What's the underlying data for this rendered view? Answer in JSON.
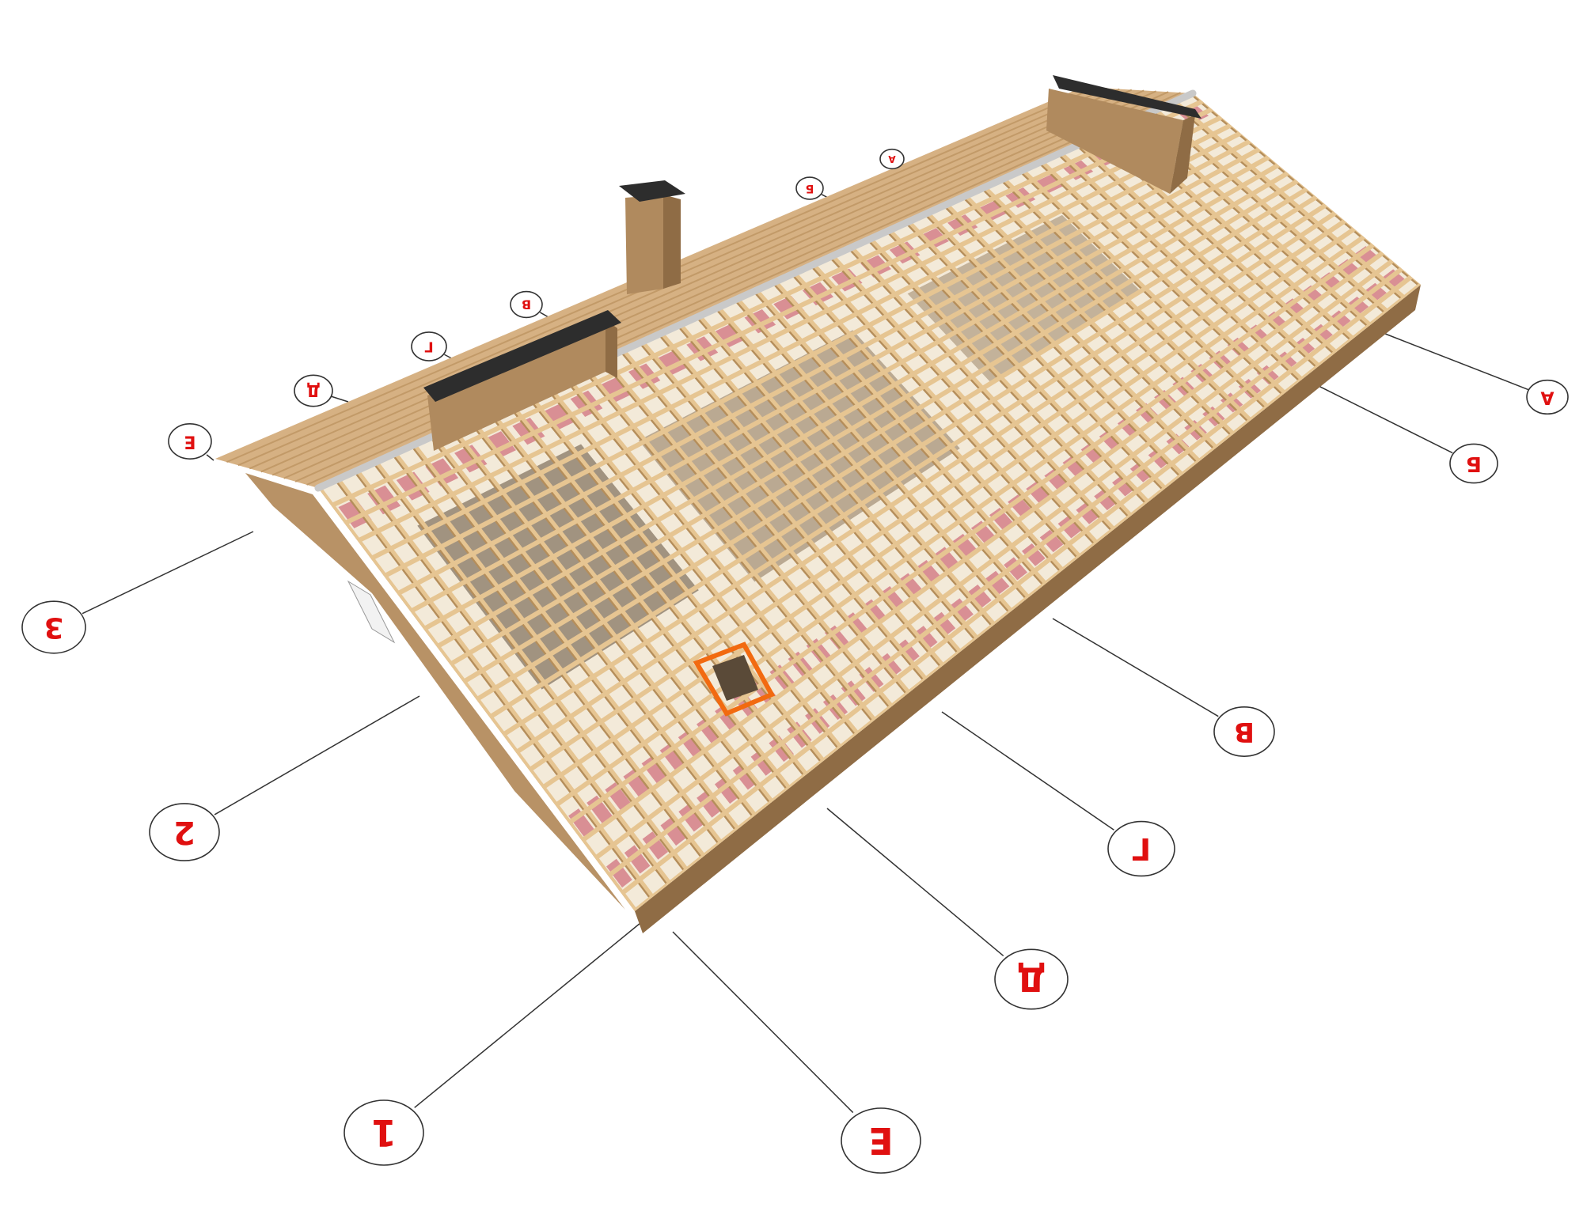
{
  "diagram": {
    "colors": {
      "wood": "#e6c592",
      "wood_dark": "#b58e5b",
      "wall": "#b89266",
      "wall_dark": "#8f6c45",
      "roof_tile": "#d6b183",
      "tile_line": "#c29a68",
      "insulation": "#d98f94",
      "chimney_body": "#b08a5e",
      "chimney_cap": "#2d2d2d",
      "flashing": "#c9c9c9",
      "highlight": "#f26a10",
      "leader_line": "#333333",
      "bubble_text": "#e01010"
    },
    "axis_bubbles": [
      {
        "id": "front-1",
        "label": "1"
      },
      {
        "id": "front-2",
        "label": "2"
      },
      {
        "id": "front-3",
        "label": "3"
      },
      {
        "id": "front-E",
        "label": "Е"
      },
      {
        "id": "front-D",
        "label": "Д"
      },
      {
        "id": "front-G",
        "label": "Г"
      },
      {
        "id": "front-V",
        "label": "В"
      },
      {
        "id": "back-E",
        "label": "Е"
      },
      {
        "id": "back-D",
        "label": "Д"
      },
      {
        "id": "back-G",
        "label": "Г"
      },
      {
        "id": "back-V",
        "label": "В"
      },
      {
        "id": "back-B",
        "label": "Б"
      },
      {
        "id": "back-A",
        "label": "А"
      },
      {
        "id": "right-B",
        "label": "Б"
      },
      {
        "id": "right-A",
        "label": "А"
      }
    ]
  }
}
